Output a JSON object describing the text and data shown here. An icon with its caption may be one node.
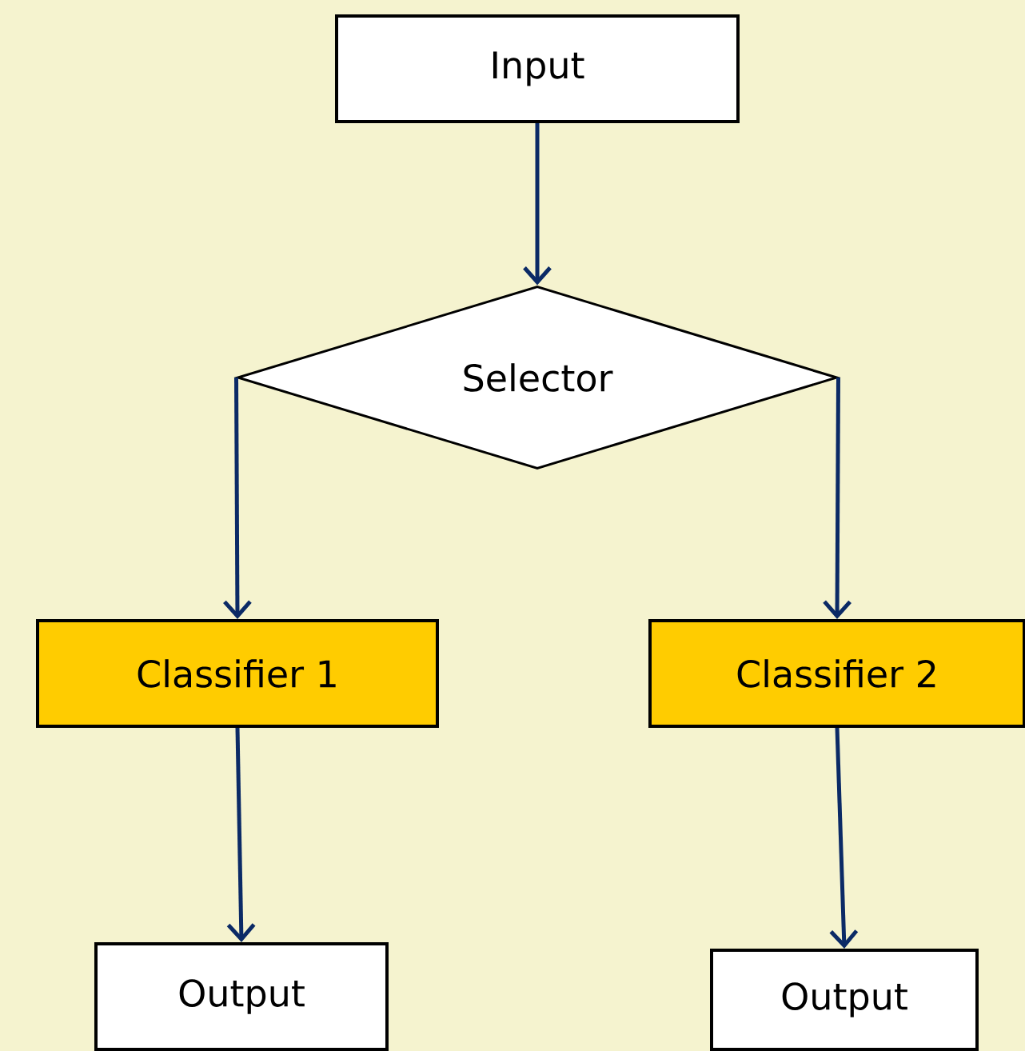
{
  "diagram": {
    "nodes": [
      {
        "text": [
          "Input"
        ]
      },
      {
        "text": [
          "Selector"
        ]
      },
      {
        "text": [
          "Classifier 1"
        ]
      },
      {
        "text": [
          "Classifier 2"
        ]
      },
      {
        "text": [
          "Output"
        ]
      },
      {
        "text": [
          "Output"
        ]
      }
    ],
    "edges": [
      {
        "from": 0,
        "to": 1,
        "arrow": "to"
      },
      {
        "from": 1,
        "to": 2,
        "arrow": "to"
      },
      {
        "from": 1,
        "to": 3,
        "arrow": "to"
      },
      {
        "from": 2,
        "to": 4,
        "arrow": "to"
      },
      {
        "from": 3,
        "to": 5,
        "arrow": "to"
      }
    ]
  }
}
